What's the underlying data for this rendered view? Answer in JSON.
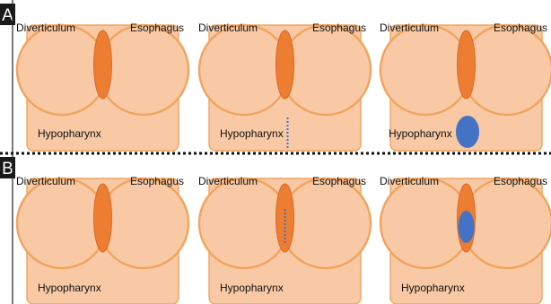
{
  "colors": {
    "tissue": "#F8C9A4",
    "outline": "#F0A45E",
    "wall": "#ED7D31",
    "marker": "#4472C4",
    "label_bg": "#1a1a1a"
  },
  "panels": [
    {
      "label": "A",
      "views": [
        {
          "left": "Diverticulum",
          "right": "Esophagus",
          "bottom": "Hypopharynx",
          "feature": "none",
          "feature_icon": "none"
        },
        {
          "left": "Diverticulum",
          "right": "Esophagus",
          "bottom": "Hypopharynx",
          "feature": "dotted-line",
          "feature_icon": "dotted-line-icon"
        },
        {
          "left": "Diverticulum",
          "right": "Esophagus",
          "bottom": "Hypopharynx",
          "feature": "oval",
          "feature_icon": "blue-oval-icon"
        }
      ]
    },
    {
      "label": "B",
      "views": [
        {
          "left": "Diverticulum",
          "right": "Esophagus",
          "bottom": "Hypopharynx",
          "feature": "none",
          "feature_icon": "none"
        },
        {
          "left": "Diverticulum",
          "right": "Esophagus",
          "bottom": "Hypopharynx",
          "feature": "dotted-line",
          "feature_icon": "dotted-line-icon"
        },
        {
          "left": "Diverticulum",
          "right": "Esophagus",
          "bottom": "Hypopharynx",
          "feature": "oval",
          "feature_icon": "blue-oval-icon"
        }
      ]
    }
  ]
}
